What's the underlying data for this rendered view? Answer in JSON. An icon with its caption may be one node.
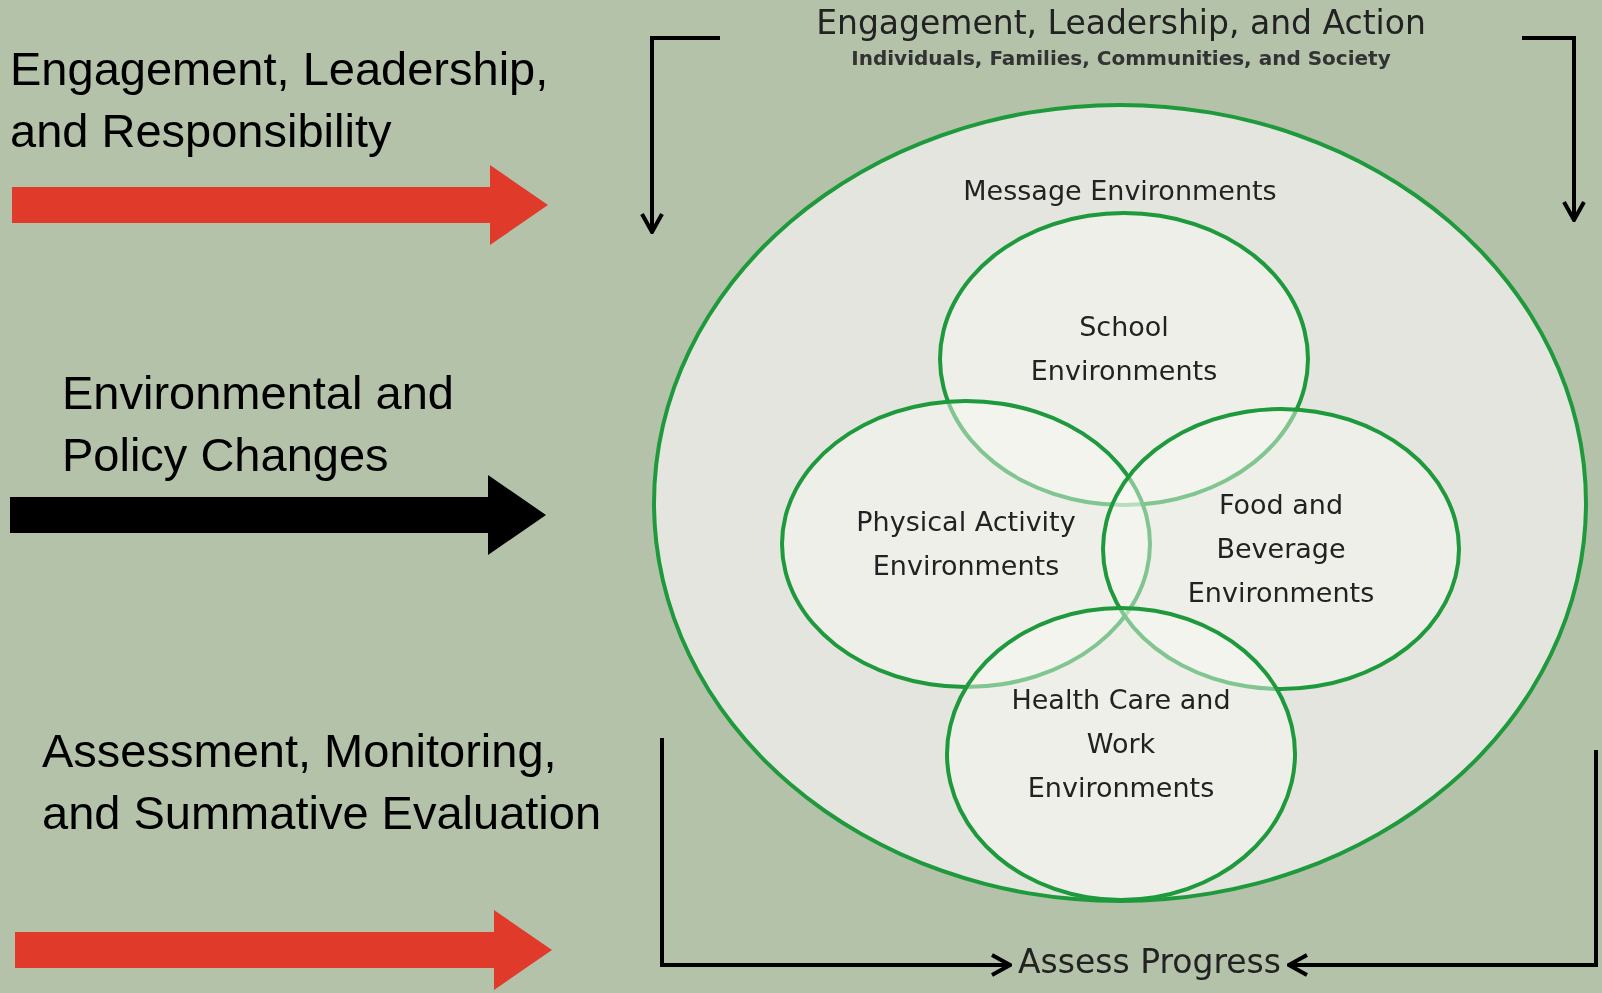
{
  "diagram": {
    "nodes": [
      {
        "text": [
          "Engagement, Leadership, and Responsibility"
        ]
      },
      {
        "text": [
          "Environmental and Policy Changes"
        ]
      },
      {
        "text": [
          "Assessment, Monitoring, and Summative Evaluation"
        ]
      },
      {
        "text": [
          "Engagement, Leadership, and Action",
          "Individuals, Families, Communities, and Society"
        ]
      },
      {
        "text": [
          "Message Environments"
        ]
      },
      {
        "text": [
          "School Environments"
        ],
        "in": 4
      },
      {
        "text": [
          "Physical Activity Environments"
        ],
        "in": 4
      },
      {
        "text": [
          "Food and Beverage Environments"
        ],
        "in": 4
      },
      {
        "text": [
          "Health Care and Work Environments"
        ],
        "in": 4
      },
      {
        "text": [
          "Assess Progress"
        ]
      }
    ],
    "edges": [
      {
        "from": 3,
        "to": 4,
        "arrow": "to"
      },
      {
        "from": 3,
        "to": 4,
        "arrow": "to"
      },
      {
        "from": 4,
        "to": 9,
        "arrow": "to"
      },
      {
        "from": 4,
        "to": 9,
        "arrow": "to"
      }
    ]
  }
}
